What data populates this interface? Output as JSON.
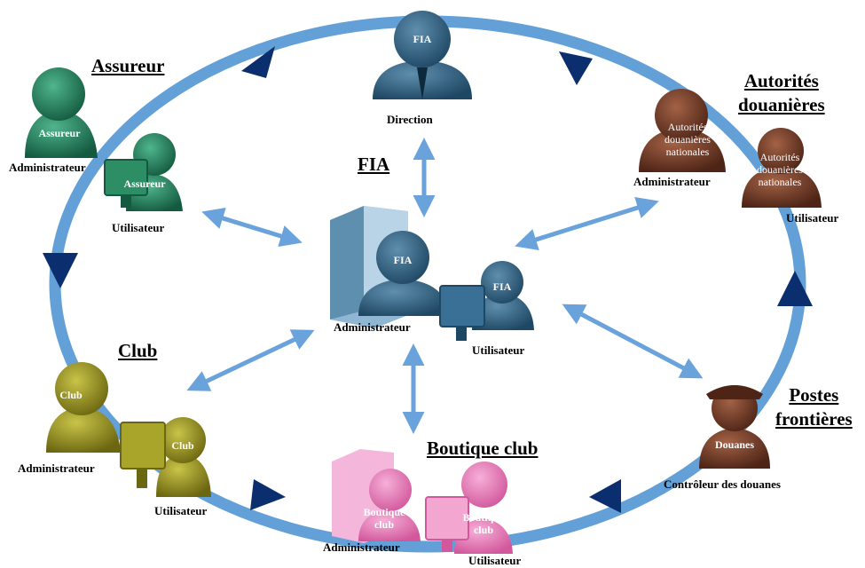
{
  "colors": {
    "ring": "#5b9bd5",
    "ring_arrow": "#0b2e6e",
    "connector": "#6aa3dc",
    "fia": "#2f5f7c",
    "assureur": "#1f7a5a",
    "club": "#8a8418",
    "boutique": "#e27bb4",
    "douane": "#6b3a26"
  },
  "groups": {
    "assureur": {
      "title": "Assureur",
      "admin_badge": "Assureur",
      "admin_label": "Administrateur",
      "user_badge": "Assureur",
      "user_label": "Utilisateur"
    },
    "fia_top": {
      "badge": "FIA",
      "label": "Direction"
    },
    "douane": {
      "title_line1": "Autorités",
      "title_line2": "douanières",
      "admin_badge_l1": "Autorités",
      "admin_badge_l2": "douanières",
      "admin_badge_l3": "nationales",
      "admin_label": "Administrateur",
      "user_badge_l1": "Autorités",
      "user_badge_l2": "douanières",
      "user_badge_l3": "nationales",
      "user_label": "Utilisateur"
    },
    "fia_center": {
      "title": "FIA",
      "admin_badge": "FIA",
      "admin_label": "Administrateur",
      "user_badge": "FIA",
      "user_label": "Utilisateur"
    },
    "club": {
      "title": "Club",
      "admin_badge": "Club",
      "admin_label": "Administrateur",
      "user_badge": "Club",
      "user_label": "Utilisateur"
    },
    "postes": {
      "title_line1": "Postes",
      "title_line2": "frontières",
      "badge": "Douanes",
      "label": "Contrôleur des douanes"
    },
    "boutique": {
      "title": "Boutique club",
      "admin_badge_l1": "Boutique",
      "admin_badge_l2": "club",
      "admin_label": "Administrateur",
      "user_badge_l1": "Boutique",
      "user_badge_l2": "club",
      "user_label": "Utilisateur"
    }
  }
}
